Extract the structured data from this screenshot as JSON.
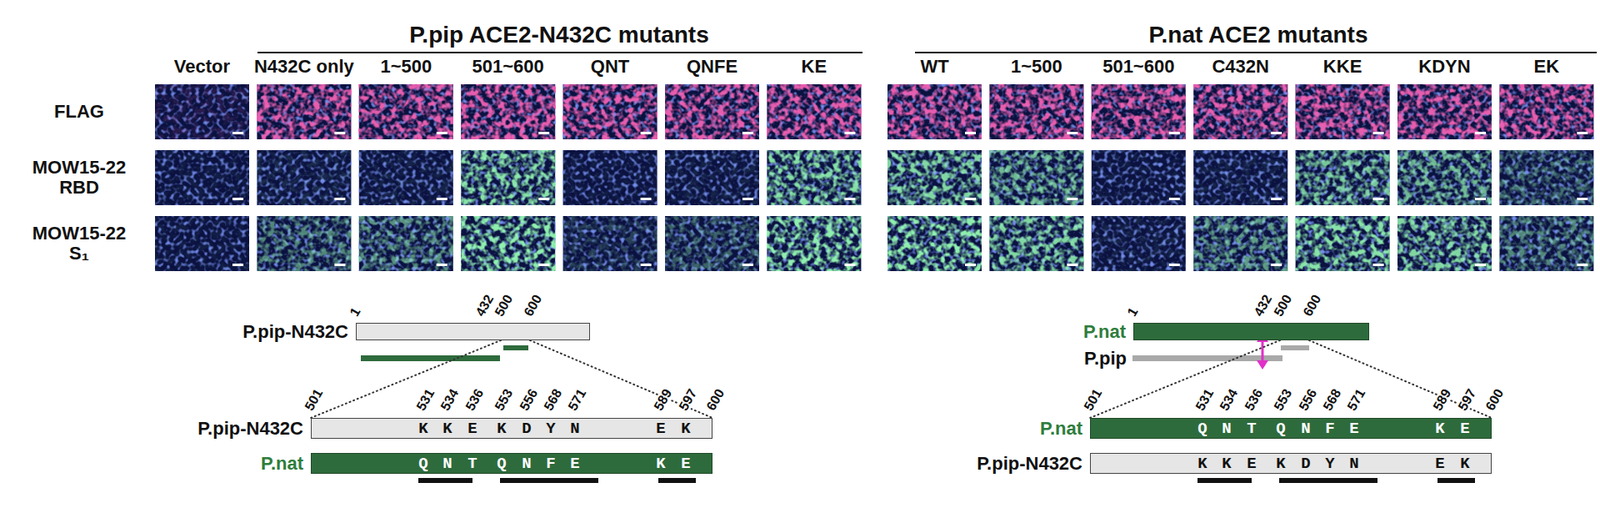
{
  "diagram": {
    "nodes": [
      {
        "text": [
          "P.pip-N432C"
        ]
      },
      {
        "text": [
          "P.pip-N432C",
          "K",
          "K",
          "E",
          "K",
          "D",
          "Y",
          "N",
          "E",
          "K"
        ]
      },
      {
        "text": [
          "P.nat",
          "Q",
          "N",
          "T",
          "Q",
          "N",
          "F",
          "E",
          "K",
          "E"
        ]
      },
      {
        "text": [
          "P.nat"
        ]
      },
      {
        "text": [
          "P.nat",
          "Q",
          "N",
          "T",
          "Q",
          "N",
          "F",
          "E",
          "K",
          "E"
        ]
      },
      {
        "text": [
          "P.pip-N432C",
          "K",
          "K",
          "E",
          "K",
          "D",
          "Y",
          "N",
          "E",
          "K"
        ]
      }
    ],
    "edges": [
      {
        "from": 0,
        "to": 1,
        "arrow": "none"
      },
      {
        "from": 0,
        "to": 1,
        "arrow": "none"
      },
      {
        "from": 3,
        "to": 4,
        "arrow": "none"
      },
      {
        "from": 3,
        "to": 4,
        "arrow": "none"
      }
    ],
    "labels": [
      "P.pip ACE2-N432C mutants",
      "P.nat ACE2 mutants",
      "Vector",
      "N432C only",
      "1~500",
      "501~600",
      "QNT",
      "QNFE",
      "KE",
      "WT",
      "1~500",
      "501~600",
      "C432N",
      "KKE",
      "KDYN",
      "EK",
      "FLAG",
      "MOW15-22 RBD",
      "MOW15-22 S₁",
      "1",
      "432",
      "500",
      "600",
      "501",
      "531",
      "534",
      "536",
      "553",
      "556",
      "568",
      "571",
      "589",
      "597",
      "600",
      "1",
      "432",
      "500",
      "600",
      "P.pip",
      "501",
      "531",
      "534",
      "536",
      "553",
      "556",
      "568",
      "571",
      "589",
      "597",
      "600"
    ]
  }
}
